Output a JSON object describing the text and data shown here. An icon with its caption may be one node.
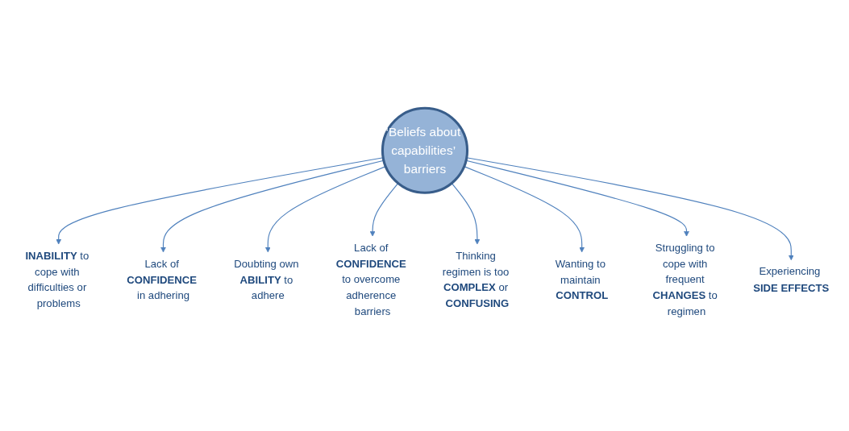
{
  "diagram": {
    "nodes": [
      {
        "text": [
          "‘Beliefs about capabilities’ barriers"
        ]
      },
      {
        "text": [
          "**INABILITY** to cope with difficulties or problems"
        ]
      },
      {
        "text": [
          "Lack of **CONFIDENCE** in adhering"
        ]
      },
      {
        "text": [
          "Doubting own **ABILITY** to adhere"
        ]
      },
      {
        "text": [
          "Lack of **CONFIDENCE** to overcome adherence barriers"
        ]
      },
      {
        "text": [
          "Thinking regimen is too **COMPLEX** or **CONFUSING**"
        ]
      },
      {
        "text": [
          "Wanting to maintain **CONTROL**"
        ]
      },
      {
        "text": [
          "Struggling to cope with frequent **CHANGES** to regimen"
        ]
      },
      {
        "text": [
          "Experiencing **SIDE EFFECTS**"
        ]
      }
    ],
    "edges": [
      {
        "from": 0,
        "to": 1,
        "arrow": "to"
      },
      {
        "from": 0,
        "to": 2,
        "arrow": "to"
      },
      {
        "from": 0,
        "to": 3,
        "arrow": "to"
      },
      {
        "from": 0,
        "to": 4,
        "arrow": "to"
      },
      {
        "from": 0,
        "to": 5,
        "arrow": "to"
      },
      {
        "from": 0,
        "to": 6,
        "arrow": "to"
      },
      {
        "from": 0,
        "to": 7,
        "arrow": "to"
      },
      {
        "from": 0,
        "to": 8,
        "arrow": "to"
      }
    ]
  }
}
